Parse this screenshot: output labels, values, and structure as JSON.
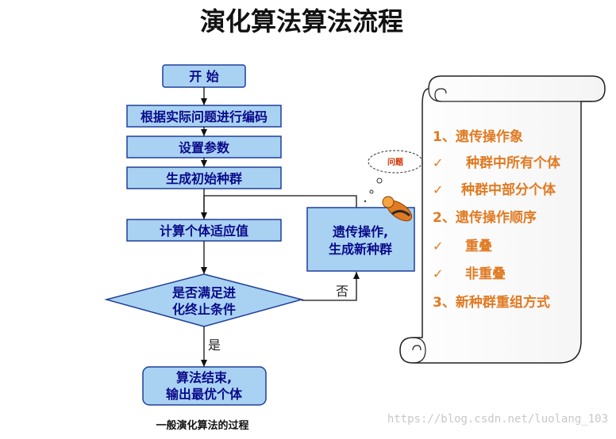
{
  "title": "演化算法算法流程",
  "flowchart": {
    "start": "开  始",
    "step1": "根据实际问题进行编码",
    "step2": "设置参数",
    "step3": "生成初始种群",
    "step4": "计算个体适应值",
    "decision_line1": "是否满足进",
    "decision_line2": "化终止条件",
    "genetic_line1": "遗传操作,",
    "genetic_line2": "生成新种群",
    "end_line1": "算法结束,",
    "end_line2": "输出最优个体",
    "label_no": "否",
    "label_yes": "是",
    "caption": "一般演化算法的过程"
  },
  "scroll": {
    "items": [
      {
        "marker": "",
        "text": "1、遗传操作象"
      },
      {
        "marker": "✓",
        "text": "种群中所有个体"
      },
      {
        "marker": "✓",
        "text": "种群中部分个体"
      },
      {
        "marker": "",
        "text": "2、遗传操作顺序"
      },
      {
        "marker": "✓",
        "text": "重叠"
      },
      {
        "marker": "✓",
        "text": "非重叠"
      },
      {
        "marker": "",
        "text": "3、新种群重组方式"
      }
    ]
  },
  "bubble": {
    "text": "问题"
  },
  "watermark": "https://blog.csdn.net/luolang_103",
  "colors": {
    "box_fill": "#a9d2f2",
    "box_stroke": "#1f3f9a",
    "text_blue": "#0a0a8a",
    "scroll_text": "#e07a22"
  }
}
